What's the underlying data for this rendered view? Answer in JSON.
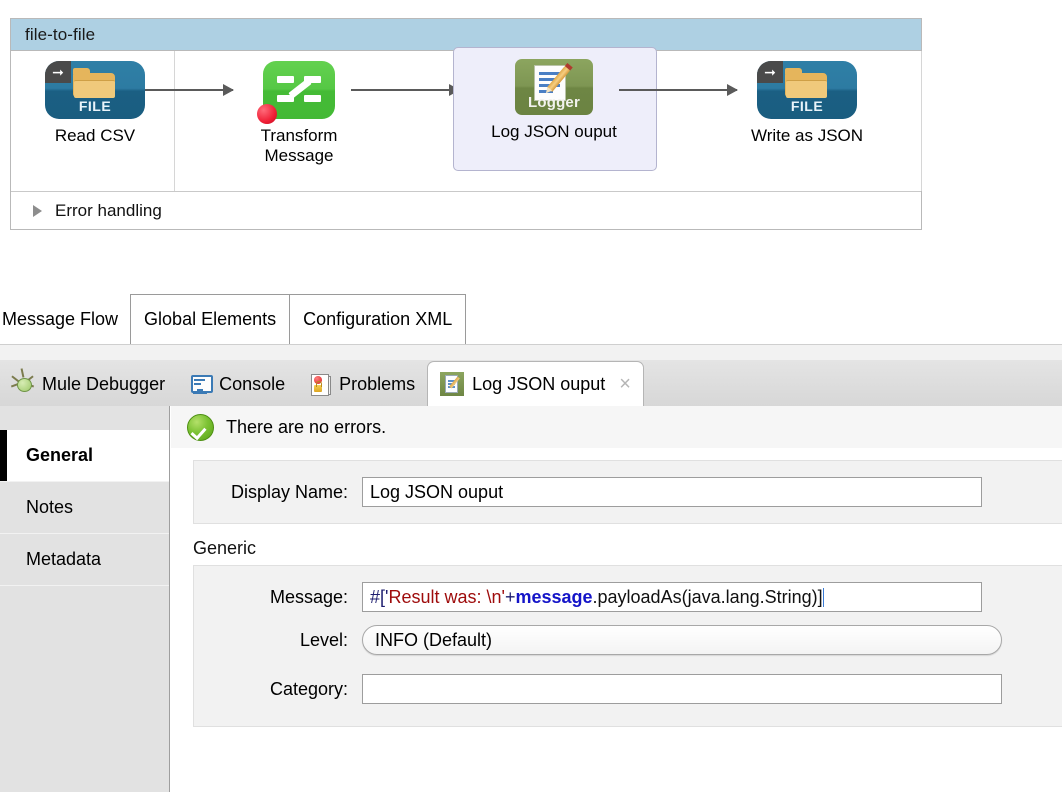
{
  "flow": {
    "name": "file-to-file",
    "nodes": [
      {
        "label": "Read CSV",
        "icon": "file-endpoint-icon",
        "badge": "FILE",
        "selected": false
      },
      {
        "label": "Transform\nMessage",
        "icon": "transform-message-icon",
        "badge": "",
        "selected": false
      },
      {
        "label": "Log JSON ouput",
        "icon": "logger-icon",
        "badge": "Logger",
        "selected": true
      },
      {
        "label": "Write as JSON",
        "icon": "file-endpoint-icon",
        "badge": "FILE",
        "selected": false
      }
    ],
    "error_handling_label": "Error handling",
    "header_color": "#aed0e3",
    "selection_color": "#eeeefa"
  },
  "editor_tabs": [
    {
      "label": "Message Flow",
      "active": true
    },
    {
      "label": "Global Elements",
      "active": false
    },
    {
      "label": "Configuration XML",
      "active": false
    }
  ],
  "view_tabs": [
    {
      "label": "Mule Debugger",
      "icon": "bug-icon",
      "active": false,
      "closable": false
    },
    {
      "label": "Console",
      "icon": "console-icon",
      "active": false,
      "closable": false
    },
    {
      "label": "Problems",
      "icon": "problems-icon",
      "active": false,
      "closable": false
    },
    {
      "label": "Log JSON ouput",
      "icon": "logger-icon",
      "active": true,
      "closable": true
    }
  ],
  "properties": {
    "sidebar": [
      {
        "label": "General",
        "active": true
      },
      {
        "label": "Notes",
        "active": false
      },
      {
        "label": "Metadata",
        "active": false
      }
    ],
    "status": {
      "text": "There are no errors.",
      "icon": "success-check-icon",
      "color": "#7cc234"
    },
    "display_name": {
      "label": "Display Name:",
      "value": "Log JSON ouput"
    },
    "section_title": "Generic",
    "fields": {
      "message": {
        "label": "Message:",
        "value": "#['Result was: \\n' + message.payloadAs(java.lang.String)]",
        "tokens": [
          {
            "t": "#['",
            "c": "nav"
          },
          {
            "t": "Result was: \\n'",
            "c": "str"
          },
          {
            "t": " + ",
            "c": "nav"
          },
          {
            "t": "message",
            "c": "kw"
          },
          {
            "t": ".payloadAs(java.lang.String)]",
            "c": "pln"
          }
        ]
      },
      "level": {
        "label": "Level:",
        "value": "INFO (Default)",
        "type": "combo"
      },
      "category": {
        "label": "Category:",
        "value": "",
        "type": "text"
      }
    }
  },
  "close_glyph": "×"
}
